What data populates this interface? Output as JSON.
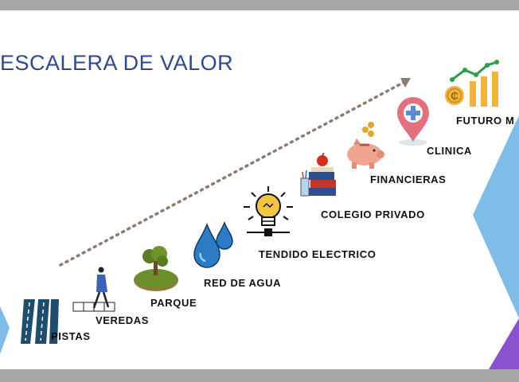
{
  "title": "ESCALERA DE VALOR",
  "steps": [
    {
      "label": "PISTAS",
      "icon": "road-icon"
    },
    {
      "label": "VEREDAS",
      "icon": "pedestrian-crosswalk-icon"
    },
    {
      "label": "PARQUE",
      "icon": "tree-park-icon"
    },
    {
      "label": "RED DE AGUA",
      "icon": "water-drops-icon"
    },
    {
      "label": "TENDIDO ELECTRICO",
      "icon": "lightbulb-icon"
    },
    {
      "label": "COLEGIO PRIVADO",
      "icon": "books-apple-icon"
    },
    {
      "label": "FINANCIERAS",
      "icon": "piggy-bank-icon"
    },
    {
      "label": "CLINICA",
      "icon": "medical-pin-icon"
    },
    {
      "label": "FUTURO M",
      "icon": "growth-chart-coin-icon"
    }
  ],
  "colors": {
    "title": "#2e4a8c",
    "arrow": "#8c7b6e",
    "side_blue": "#7fbde8",
    "corner_purple": "#8a52cc",
    "frame": "#a6a6a6"
  }
}
